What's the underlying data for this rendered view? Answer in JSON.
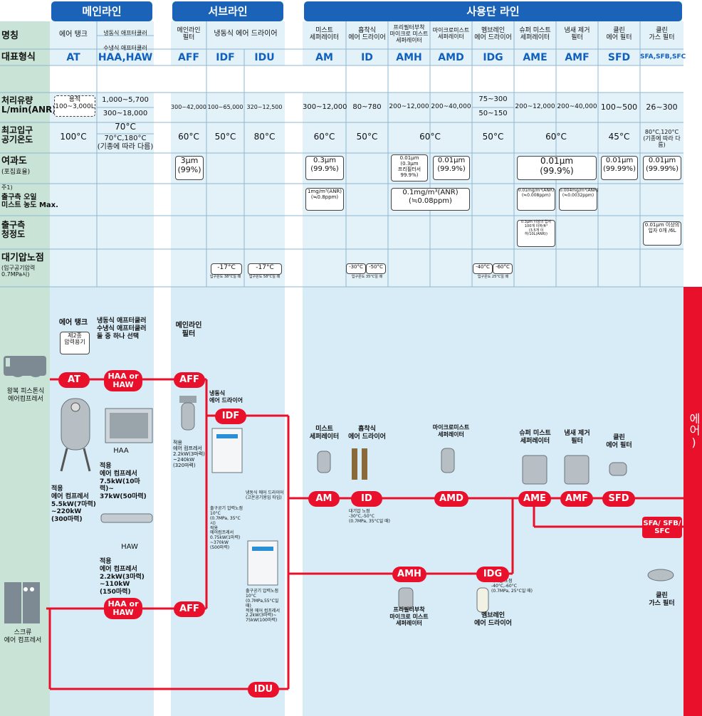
{
  "sections": {
    "main": "메인라인",
    "sub": "서브라인",
    "point": "사용단 라인"
  },
  "row_labels": {
    "name": "명칭",
    "model": "대표형식",
    "flow": "처리유량\nL/min(ANR)",
    "temp": "최고입구\n공기온도",
    "filtration": "여과도",
    "filtration_sub": "(포집효율)",
    "mist_note": "주1)",
    "mist": "출구측 오일\n미스트 농도 Max.",
    "clean": "출구측\n청정도",
    "dew": "대기압노점",
    "dew_sub": "(입구공기압력\n0.7MPa시)"
  },
  "columns": [
    {
      "name": "에어 탱크",
      "code": "AT"
    },
    {
      "name": "냉동식 애프터쿨러\n수냉식 애프터쿨러",
      "code": "HAA,HAW"
    },
    {
      "name": "메인라인\n필터",
      "code": "AFF"
    },
    {
      "name": "냉동식 에어 드라이어",
      "code_a": "IDF",
      "code_b": "IDU"
    },
    {
      "name": "미스트\n세퍼레이터",
      "code": "AM"
    },
    {
      "name": "흡착식\n에어 드라이어",
      "code": "ID"
    },
    {
      "name": "프리필터부착\n마이크로 미스트\n세퍼레이터",
      "code": "AMH"
    },
    {
      "name": "마이크로미스트\n세퍼레이터",
      "code": "AMD"
    },
    {
      "name": "멤브레인\n에어 드라이어",
      "code": "IDG"
    },
    {
      "name": "슈퍼 미스트\n세퍼레이터",
      "code": "AME"
    },
    {
      "name": "냄새 제거\n필터",
      "code": "AMF"
    },
    {
      "name": "클린\n에어 필터",
      "code": "SFD"
    },
    {
      "name": "클린\n가스 필터",
      "code": "SFA,SFB,SFC"
    }
  ],
  "cells": {
    "at_flow": "용적\n100~3,000L",
    "haa_flow": "1,000~5,700",
    "haw_flow": "300~18,000",
    "haa_temp": "70°C",
    "haw_temp": "70°C,180°C\n(기종에 따라 다름)",
    "at_temp": "100°C",
    "aff_flow": "300~42,000",
    "idf_flow": "100~65,000",
    "idu_flow": "320~12,500",
    "aff_temp": "60°C",
    "idf_temp": "50°C",
    "idu_temp": "80°C",
    "aff_filt": "3μm\n(99%)",
    "idf_dew": "-17°C",
    "idf_dew_note": "입구온도 38°C일 때",
    "idu_dew": "-17°C",
    "idu_dew_note": "입구온도 58°C일 때",
    "am_flow": "300~12,000",
    "id_flow": "80~780",
    "amh_flow": "200~12,000",
    "amd_flow": "200~40,000",
    "idg_flow_a": "75~300",
    "idg_flow_b": "50~150",
    "ame_flow": "200~12,000",
    "amf_flow": "200~40,000",
    "sfd_flow": "100~500",
    "sf_flow": "26~300",
    "am_temp": "60°C",
    "id_temp": "50°C",
    "amh_temp": "60°C",
    "idg_temp": "50°C",
    "ame_temp": "60°C",
    "sfd_temp": "45°C",
    "sf_temp": "80°C,120°C\n(기종에 따라 다름)",
    "am_filt": "0.3μm\n(99.9%)",
    "amh_filt": "0.01μm\n(0.3μm\n프리필터서 99.9%)",
    "amd_filt": "0.01μm\n(99.9%)",
    "ame_filt": "0.01μm\n(99.9%)",
    "sfd_filt": "0.01μm\n(99.99%)",
    "sf_filt": "0.01μm\n(99.99%)",
    "am_mist": "1mg/m³(ANR)\n(≒0.8ppm)",
    "amh_mist": "0.1mg/m³(ANR)\n(≒0.08ppm)",
    "ame_mist": "0.01mg/m³(ANR)\n(≒0.008ppm)",
    "amf_mist": "0.004mg/m³(ANR)\n(≒0.0032ppm)",
    "ame_clean": "0.3μm 이상의 입자\n100개 이하/ft³\n(3.5개 이하/10L(ANR))",
    "sf_clean": "0.01μm 이상의\n입자 0개 /6L",
    "id_dew_a": "-30°C",
    "id_dew_b": "-50°C",
    "id_dew_note": "입구온도 35°C일 때",
    "idg_dew_a": "-40°C",
    "idg_dew_b": "-60°C",
    "idg_dew_note": "입구온도 25°C일 때"
  },
  "diagram": {
    "recip_comp": "왕복 피스톤식\n에어컴프레서",
    "screw_comp": "스크류\n에어 컴프레서",
    "at_title": "에어 탱크",
    "at_box": "제2종\n압력용기",
    "haa_title": "냉동식 애프터쿨러\n수냉식 애프터쿨러\n둘 중 하나 선택",
    "at_apply": "적용\n에어 컴프레서\n5.5kW(7마력)\n~220kW\n(300마력)",
    "haa_label": "HAA",
    "haa_apply": "적용\n에어 컴프레서\n7.5kW(10마력)~\n37kW(50마력)",
    "haw_label": "HAW",
    "haw_apply": "적용\n에어 컴프레서\n2.2kW(3마력)\n~110kW\n(150마력)",
    "aff_title": "메인라인\n필터",
    "aff_apply": "적용\n에어 컴프레서\n2.2kW(3마력)\n~240kW\n(320마력)",
    "idf_title": "냉동식\n에어 드라이어",
    "idf_apply": "출구공기 압력노점\n10°C\n(0.7MPa, 35°C시)\n적용\n에어컴프레서\n0.75kW(1마력)\n~370kW\n(500마력)",
    "idu_title": "냉동식 에어 드라이어\n(고온공기용입 타입)",
    "idu_apply": "출구공기 압력노점\n10°C\n(0.7MPa,55°C일 때)\n적용 에어 컴프레서\n2.2kW(3마력)~\n75kW(100마력)",
    "am_title": "미스트\n세퍼레이터",
    "id_title": "흡착식\n에어 드라이어",
    "id_note": "대기압 노점\n-30°C,-50°C\n(0.7MPa, 35°C일 때)",
    "amd_title": "마이크로미스트\n세퍼레이터",
    "ame_title": "슈퍼 미스트\n세퍼레이터",
    "amf_title": "냄새 제거\n필터",
    "sfd_title": "클린\n에어 필터",
    "amh_title": "프리필터부착\n마이크로 미스트\n세퍼레이터",
    "idg_title": "멤브레인\n에어 드라이어",
    "idg_note": "대기압 노점\n-40°C,-60°C\n(0.7MPa, 25°C일 때)",
    "sf_title": "클린\n가스 필터",
    "sf_pill": "SFA/ SFB/\nSFC",
    "haa_pill": "HAA or\nHAW",
    "clean_air_vertical": "저노점 클린 에어 (클린룸용 에어)"
  },
  "colors": {
    "header_blue": "#1a63b8",
    "code_blue": "#1060c0",
    "line_red": "#e8102a",
    "table_bg": "#e3f1f9",
    "diagram_bg": "#d7ecf7",
    "label_green": "#c9e4d6"
  }
}
